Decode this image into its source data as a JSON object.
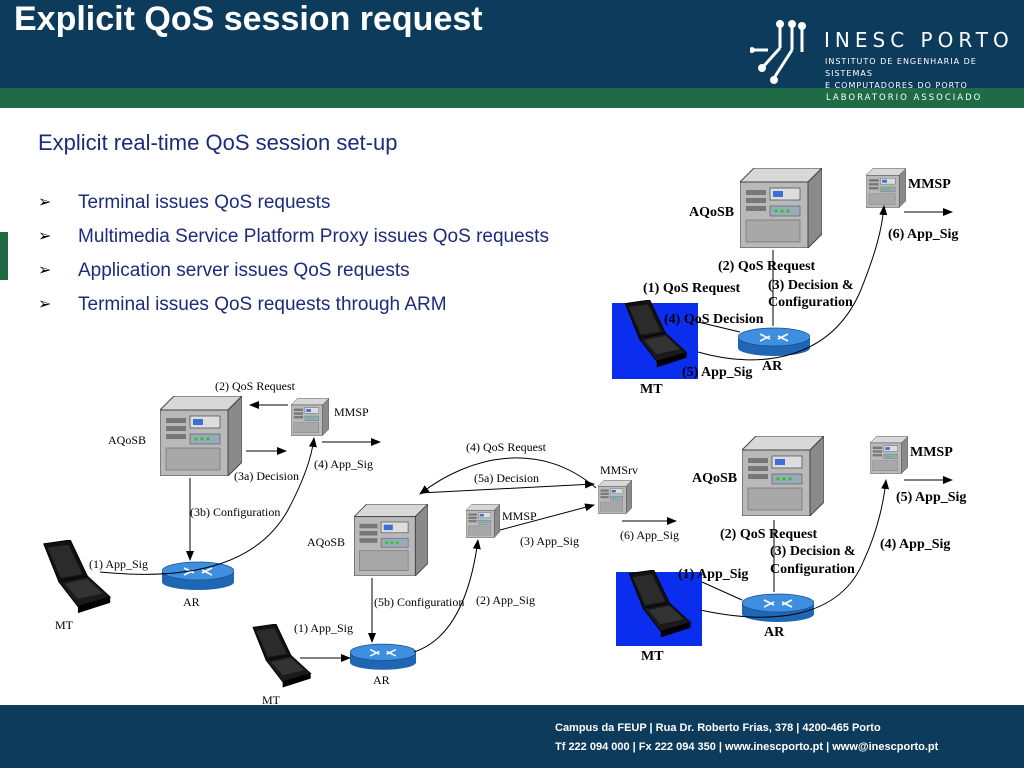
{
  "header": {
    "title": "Explicit QoS session request",
    "logo": {
      "name": "INESC PORTO",
      "line1": "INSTITUTO DE ENGENHARIA DE SISTEMAS",
      "line2": "E COMPUTADORES DO PORTO",
      "lab": "LABORATORIO ASSOCIADO"
    }
  },
  "subtitle": "Explicit real-time QoS session set-up",
  "bullets": [
    "Terminal issues QoS requests",
    "Multimedia Service Platform Proxy issues QoS requests",
    "Application server issues QoS requests",
    "Terminal issues QoS requests through ARM"
  ],
  "diagrams": {
    "top_right": {
      "aqosb": "AQoSB",
      "mmsp": "MMSP",
      "ar": "AR",
      "mt": "MT",
      "l1": "(1) QoS Request",
      "l2": "(2) QoS Request",
      "l3a": "(3) Decision &",
      "l3b": "Configuration",
      "l4": "(4) QoS Decision",
      "l5": "(5) App_Sig",
      "l6": "(6) App_Sig"
    },
    "bottom_left": {
      "aqosb": "AQoSB",
      "mmsp": "MMSP",
      "ar": "AR",
      "mt": "MT",
      "l1": "(1) App_Sig",
      "l2": "(2) QoS Request",
      "l3a": "(3a) Decision",
      "l3b": "(3b) Configuration",
      "l4": "(4) App_Sig"
    },
    "bottom_center": {
      "aqosb": "AQoSB",
      "mmsp": "MMSP",
      "mmsrv": "MMSrv",
      "ar": "AR",
      "mt": "MT",
      "l1": "(1) App_Sig",
      "l2": "(2) App_Sig",
      "l3": "(3) App_Sig",
      "l4": "(4) QoS Request",
      "l5a": "(5a) Decision",
      "l5b": "(5b) Configuration",
      "l6": "(6) App_Sig"
    },
    "bottom_right": {
      "aqosb": "AQoSB",
      "mmsp": "MMSP",
      "ar": "AR",
      "mt": "MT",
      "l1": "(1) App_Sig",
      "l2": "(2) QoS Request",
      "l3a": "(3) Decision &",
      "l3b": "Configuration",
      "l4": "(4) App_Sig",
      "l5": "(5) App_Sig"
    }
  },
  "footer": {
    "line1": "Campus da FEUP | Rua Dr. Roberto Frias, 378 | 4200-465 Porto",
    "line2": "Tf 222 094 000 | Fx 222 094 350 | www.inescporto.pt | www@inescporto.pt"
  }
}
